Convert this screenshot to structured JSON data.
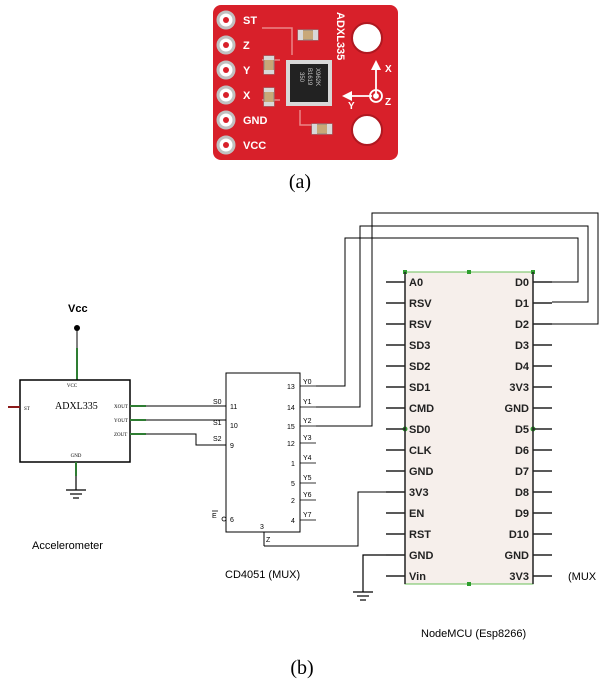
{
  "figure": {
    "caption_a": "(a)",
    "caption_b": "(b)"
  },
  "board": {
    "chip_name": "ADXL335",
    "pins": [
      "ST",
      "Z",
      "Y",
      "X",
      "GND",
      "VCC"
    ],
    "chip_marking": [
      "350",
      "B1619",
      "X962K"
    ],
    "axis_x": "X",
    "axis_y": "Y",
    "axis_z": "Z",
    "board_color": "#d8202a"
  },
  "schematic": {
    "vcc_label": "Vcc",
    "accelerometer": {
      "chip": "ADXL335",
      "pin_st": "ST",
      "pin_vcc": "VCC",
      "pin_gnd": "GND",
      "pin_xout": "XOUT",
      "pin_yout": "YOUT",
      "pin_zout": "ZOUT",
      "caption": "Accelerometer"
    },
    "mux": {
      "caption": "CD4051 (MUX)",
      "left_pins": [
        {
          "name": "S0",
          "num": "11"
        },
        {
          "name": "S1",
          "num": "10"
        },
        {
          "name": "S2",
          "num": "9"
        },
        {
          "name": "E",
          "num": "6"
        }
      ],
      "right_pins": [
        {
          "num": "13",
          "name": "Y0"
        },
        {
          "num": "14",
          "name": "Y1"
        },
        {
          "num": "15",
          "name": "Y2"
        },
        {
          "num": "12",
          "name": "Y3"
        },
        {
          "num": "1",
          "name": "Y4"
        },
        {
          "num": "5",
          "name": "Y5"
        },
        {
          "num": "2",
          "name": "Y6"
        },
        {
          "num": "4",
          "name": "Y7"
        }
      ],
      "bottom_pin_num": "3",
      "bottom_pin_name": "Z"
    },
    "nodemcu": {
      "caption": "NodeMCU (Esp8266)",
      "left_pins": [
        "A0",
        "RSV",
        "RSV",
        "SD3",
        "SD2",
        "SD1",
        "CMD",
        "SD0",
        "CLK",
        "GND",
        "3V3",
        "EN",
        "RST",
        "GND",
        "Vin"
      ],
      "right_pins": [
        "D0",
        "D1",
        "D2",
        "D3",
        "D4",
        "3V3",
        "GND",
        "D5",
        "D6",
        "D7",
        "D8",
        "D9",
        "D10",
        "GND",
        "3V3"
      ],
      "side_note": "(MUX"
    }
  }
}
